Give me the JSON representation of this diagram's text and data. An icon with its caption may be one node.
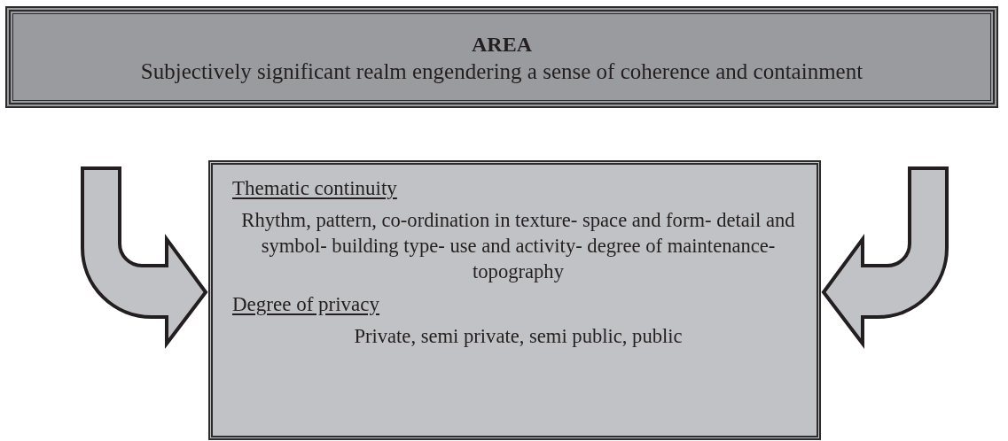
{
  "diagram": {
    "nodes": [
      {
        "text": [
          "AREA",
          "Subjectively significant realm engendering a sense of coherence and containment"
        ]
      },
      {
        "text": [
          "Thematic continuity",
          "Rhythm, pattern, co-ordination in texture- space and form- detail and symbol- building type- use and activity- degree of maintenance- topography",
          "Degree of privacy",
          "Private, semi private, semi public, public"
        ]
      }
    ],
    "edges": [
      {
        "from": null,
        "to": 1,
        "arrow": "to"
      },
      {
        "from": null,
        "to": 1,
        "arrow": "to"
      }
    ]
  }
}
